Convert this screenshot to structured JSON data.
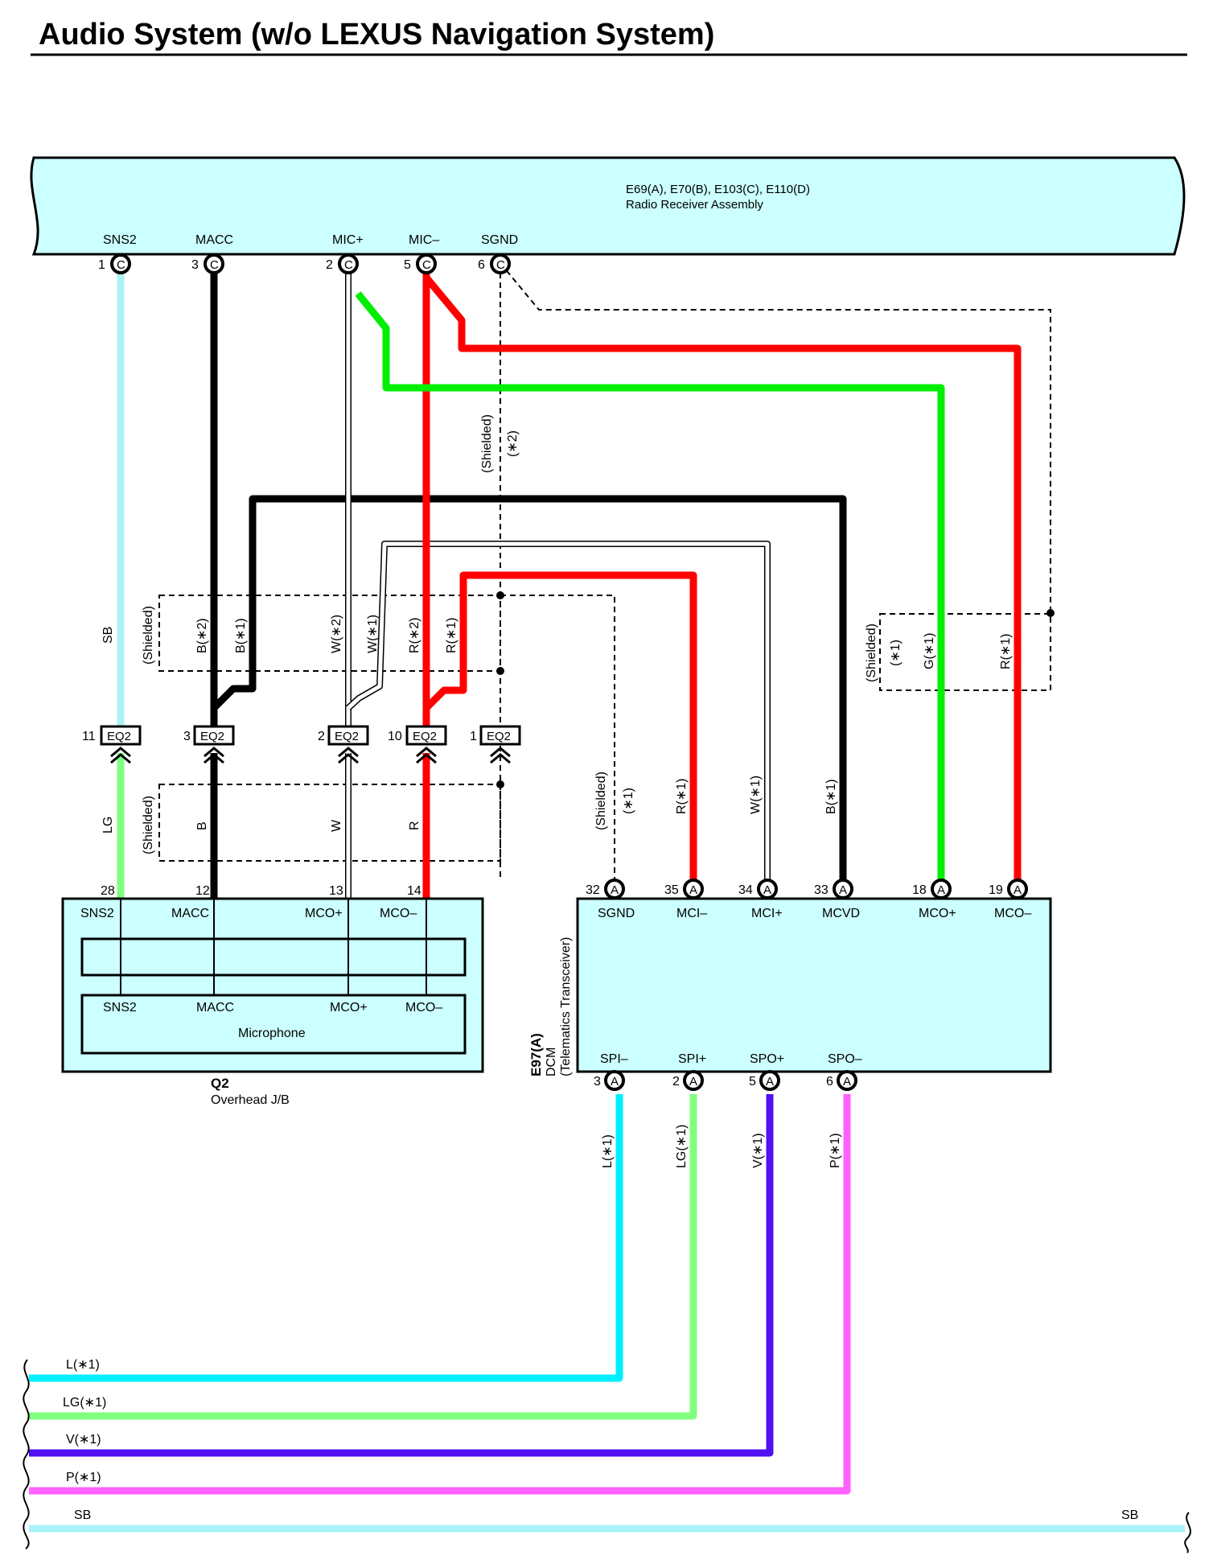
{
  "page": {
    "title": "Audio System (w/o LEXUS Navigation System)"
  },
  "receiver": {
    "code": "E69(A), E70(B), E103(C), E110(D)",
    "name": "Radio Receiver Assembly",
    "pins": [
      {
        "num": "1",
        "conn": "C",
        "name": "SNS2"
      },
      {
        "num": "3",
        "conn": "C",
        "name": "MACC"
      },
      {
        "num": "2",
        "conn": "C",
        "name": "MIC+"
      },
      {
        "num": "5",
        "conn": "C",
        "name": "MIC–"
      },
      {
        "num": "6",
        "conn": "C",
        "name": "SGND"
      }
    ]
  },
  "eq2": {
    "code": "EQ2",
    "pins": [
      "11",
      "3",
      "2",
      "10",
      "1"
    ]
  },
  "overhead": {
    "code": "Q2",
    "name": "Overhead J/B",
    "pin_nums": [
      "28",
      "12",
      "13",
      "14"
    ],
    "pin_names": [
      "SNS2",
      "MACC",
      "MCO+",
      "MCO–"
    ],
    "mic_pins": [
      "SNS2",
      "MACC",
      "MCO+",
      "MCO–"
    ],
    "mic_name": "Microphone"
  },
  "dcm": {
    "code": "E97(A)",
    "name": "DCM",
    "sub": "(Telematics Transceiver)",
    "conn": "A",
    "top_pins": [
      {
        "num": "32",
        "name": "SGND"
      },
      {
        "num": "35",
        "name": "MCI–"
      },
      {
        "num": "34",
        "name": "MCI+"
      },
      {
        "num": "33",
        "name": "MCVD"
      },
      {
        "num": "18",
        "name": "MCO+"
      },
      {
        "num": "19",
        "name": "MCO–"
      }
    ],
    "bottom_pins": [
      {
        "num": "3",
        "name": "SPI–"
      },
      {
        "num": "2",
        "name": "SPI+"
      },
      {
        "num": "5",
        "name": "SPO+"
      },
      {
        "num": "6",
        "name": "SPO–"
      }
    ]
  },
  "wire_labels": {
    "sb": "SB",
    "lg": "LG",
    "b": "B",
    "w": "W",
    "r": "R",
    "shielded": "(Shielded)",
    "star1": "(∗1)",
    "star2": "(∗2)",
    "b2": "B(∗2)",
    "b1": "B(∗1)",
    "w2": "W(∗2)",
    "w1": "W(∗1)",
    "r2": "R(∗2)",
    "r1": "R(∗1)",
    "g1": "G(∗1)",
    "l1": "L(∗1)",
    "lg1": "LG(∗1)",
    "v1": "V(∗1)",
    "p1": "P(∗1)"
  },
  "colors": {
    "sb": "#aaf2f6",
    "lg": "#80ff80",
    "black": "#000000",
    "red": "#ff0000",
    "green": "#00ee00",
    "cyan": "#00f0ff",
    "violet": "#5010f0",
    "pink": "#ff60ff",
    "box": "#ccffff"
  }
}
